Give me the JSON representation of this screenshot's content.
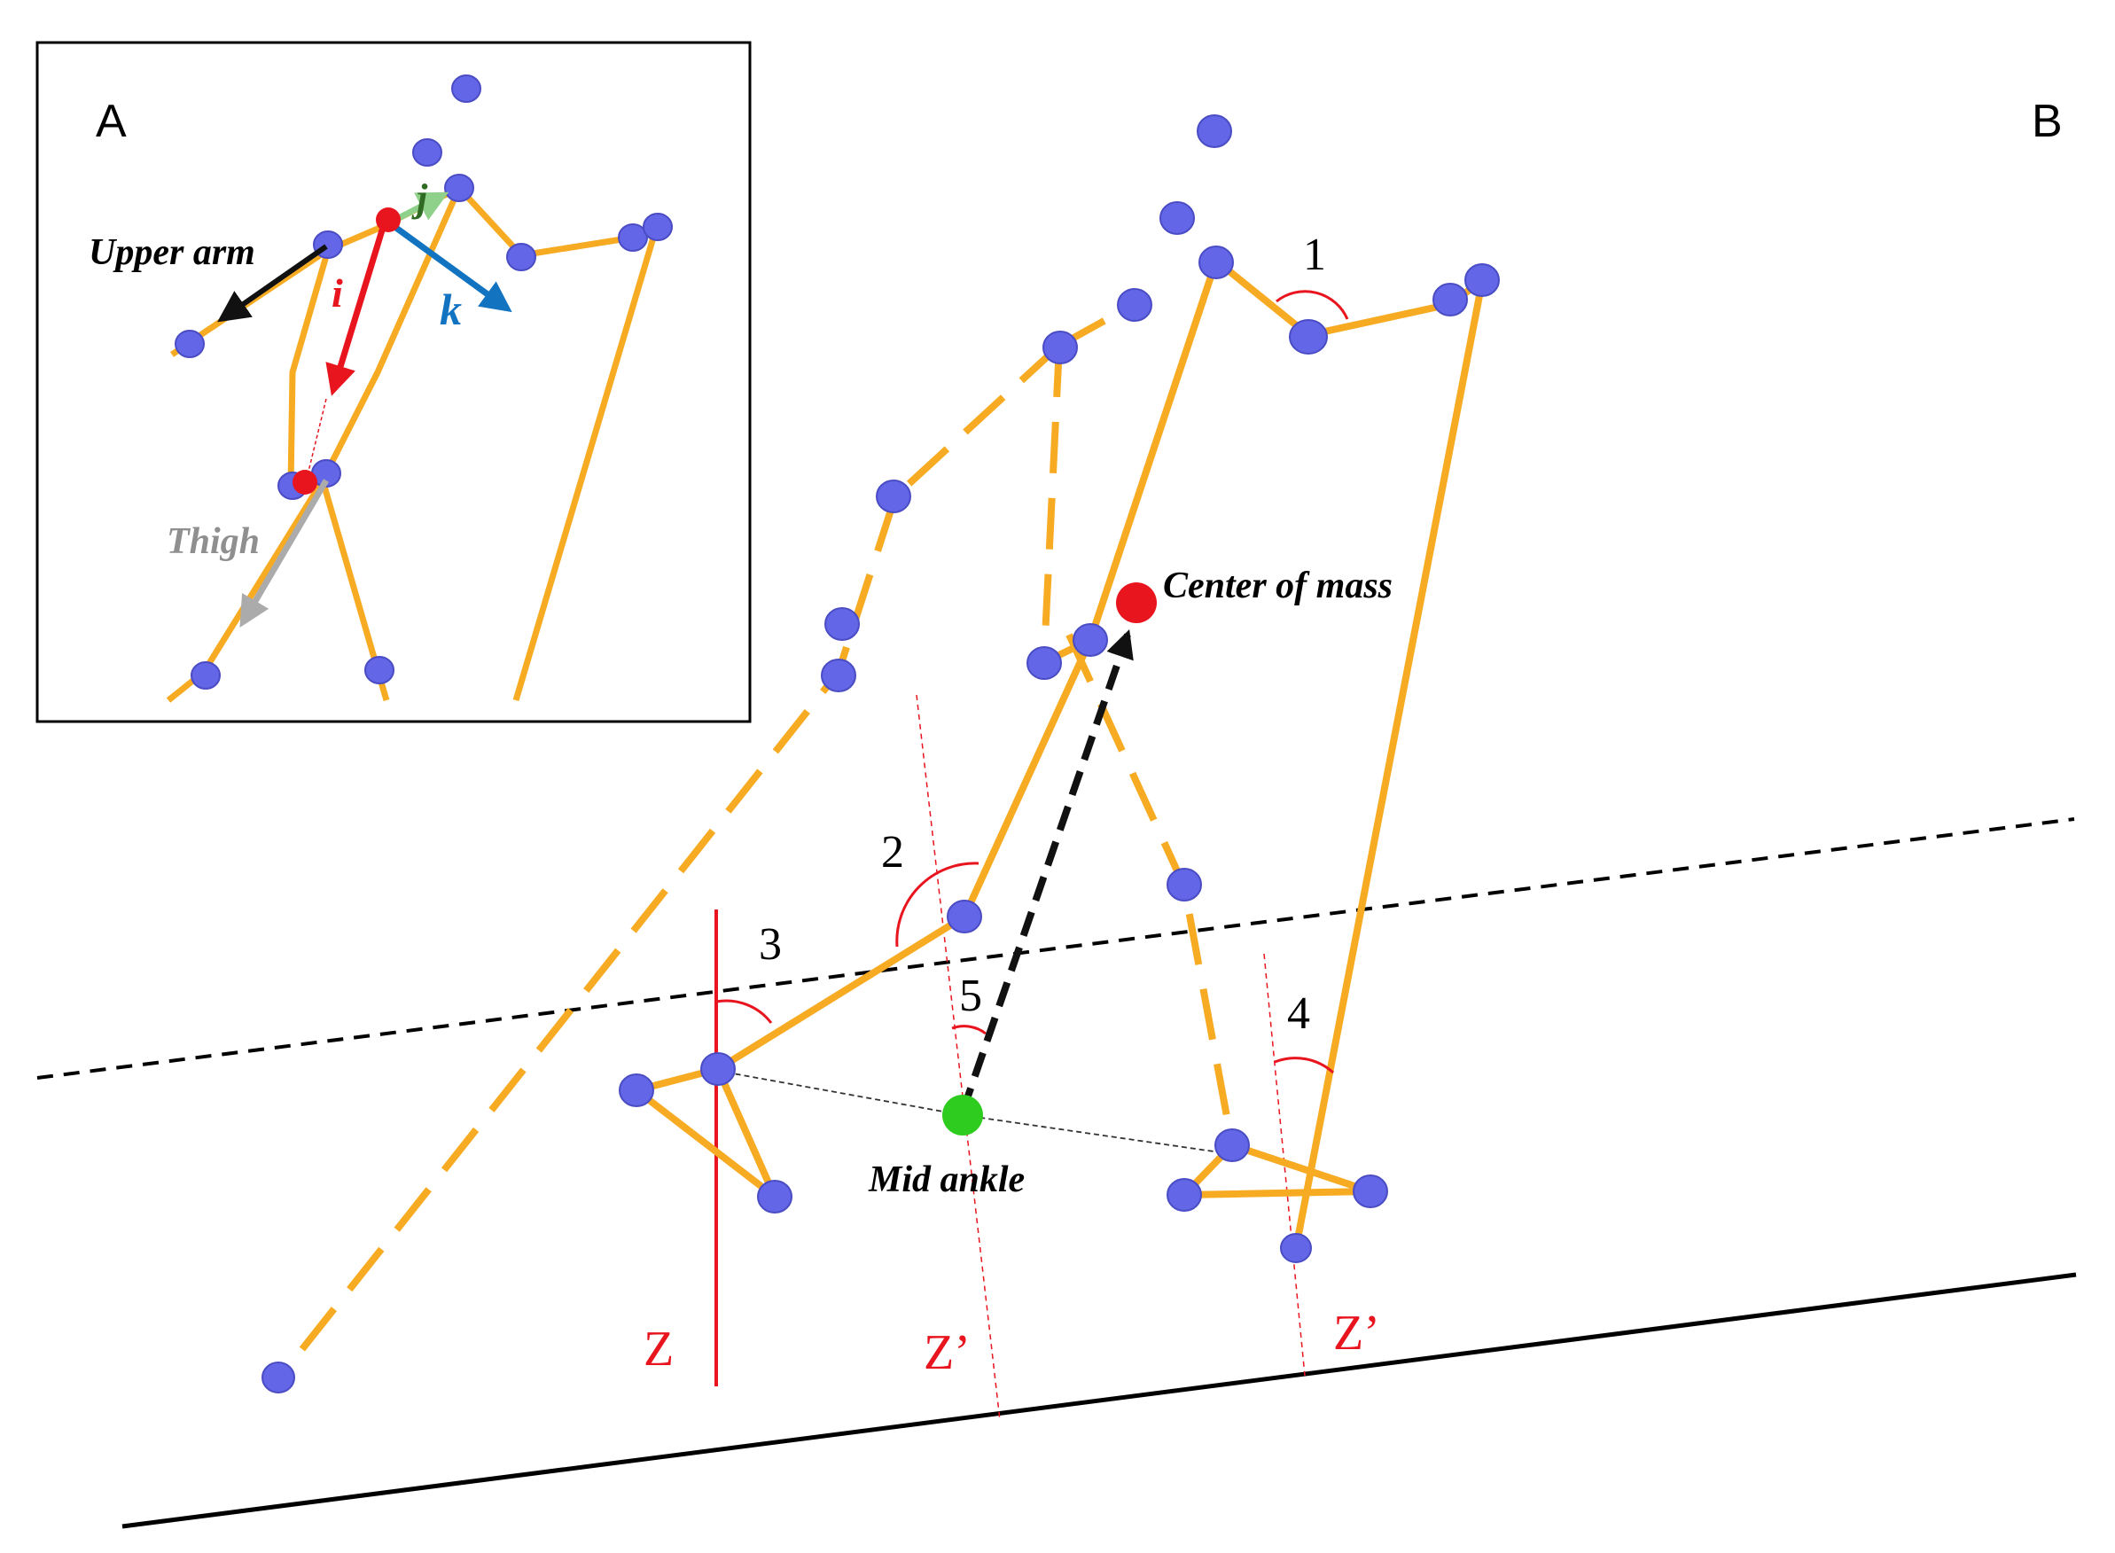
{
  "panels": {
    "a_label": "A",
    "b_label": "B"
  },
  "inset": {
    "upper_arm": "Upper arm",
    "thigh": "Thigh",
    "axis_i": "i",
    "axis_j": "j",
    "axis_k": "k"
  },
  "main": {
    "center_of_mass": "Center of mass",
    "mid_ankle": "Mid ankle",
    "angle_1": "1",
    "angle_2": "2",
    "angle_3": "3",
    "angle_4": "4",
    "angle_5": "5",
    "z_label": "Z",
    "z_prime_1": "Z’",
    "z_prime_2": "Z’"
  },
  "colors": {
    "bone": "#f7ab22",
    "joint": "#6366e6",
    "red": "#e8141e",
    "green": "#2ecc1f",
    "blue": "#1273c1",
    "light_green": "#8fd18a",
    "gray": "#ababab"
  }
}
